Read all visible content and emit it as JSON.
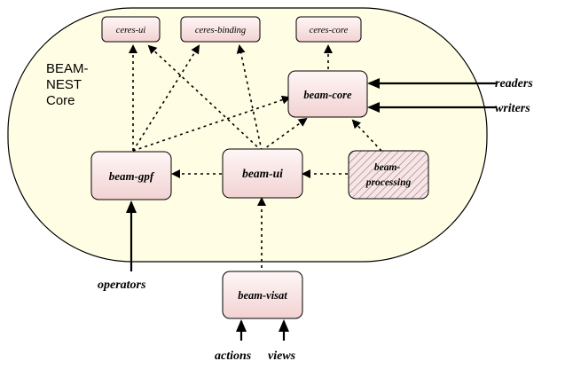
{
  "container": {
    "label_lines": [
      "BEAM-",
      "NEST",
      "Core"
    ],
    "fill": "#fffde3",
    "stroke": "#000000"
  },
  "modules": {
    "ceres_ui": "ceres-ui",
    "ceres_binding": "ceres-binding",
    "ceres_core": "ceres-core",
    "beam_core": "beam-core",
    "beam_gpf": "beam-gpf",
    "beam_ui": "beam-ui",
    "beam_processing_lines": [
      "beam-",
      "processing"
    ],
    "beam_visat": "beam-visat"
  },
  "external": {
    "readers": "readers",
    "writers": "writers",
    "operators": "operators",
    "actions": "actions",
    "views": "views"
  },
  "colors": {
    "module_fill_top": "#fff4f4",
    "module_fill_bottom": "#f3d4d4",
    "arrow": "#000000"
  }
}
